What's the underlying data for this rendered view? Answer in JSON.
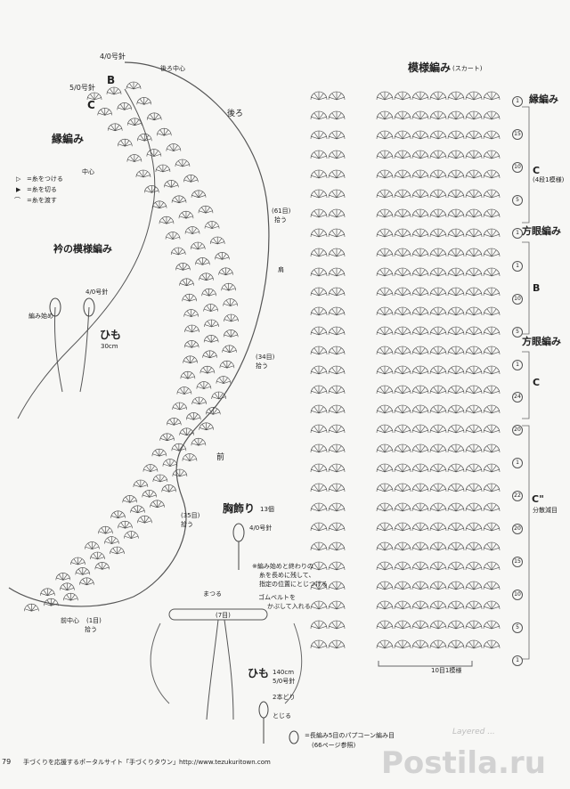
{
  "collar": {
    "title": "衿の模様編み",
    "edge_label": "縁編み",
    "labels": {
      "B": "B",
      "C": "C",
      "needle_4": "4/0号針",
      "needle_5": "5/0号針",
      "back_center": "後ろ中心",
      "back": "後ろ",
      "center": "中心",
      "row61": "(61目)",
      "row34": "(34目)",
      "row35": "(35目)",
      "pick": "拾う",
      "shoulder": "肩",
      "front": "前",
      "front_center": "前中心",
      "row1": "(1目)"
    },
    "legend": {
      "attach": "=糸をつける",
      "cut": "=糸を切る",
      "pass": "=糸を渡す"
    }
  },
  "string": {
    "title": "ひも",
    "length": "30cm",
    "needle": "4/0号針",
    "start": "編み始め"
  },
  "chest": {
    "title": "胸飾り",
    "count": "13個",
    "needle": "4/0号針",
    "note1": "※編み始めと終わりの",
    "note2": "糸を長めに残して、",
    "note3": "指定の位置にとじつける"
  },
  "waist": {
    "stitch": "まつる",
    "rubber": "ゴムベルトを",
    "rubber2": "かぶして入れる",
    "eyes": "(7目)",
    "string_title": "ひも",
    "string_len": "140cm",
    "needle": "5/0号針",
    "double": "2本どり",
    "close": "とじる"
  },
  "popcorn": {
    "text": "=長編み5目のパプコーン編み目",
    "ref": "(66ページ参照)"
  },
  "skirt": {
    "title": "模様編み",
    "subtitle": "(スカート)",
    "repeat": "10目1模様",
    "sections": [
      {
        "label": "縁編み"
      },
      {
        "label": "C",
        "note": "(4段1模様)"
      },
      {
        "label": "方眼編み"
      },
      {
        "label": "B"
      },
      {
        "label": "方眼編み"
      },
      {
        "label": "C"
      },
      {
        "label": "C\"",
        "note": "分散減目"
      }
    ],
    "row_numbers": [
      "1",
      "15",
      "10",
      "5",
      "1",
      "1",
      "10",
      "5",
      "1",
      "24",
      "20",
      "1",
      "22",
      "20",
      "15",
      "10",
      "5",
      "1"
    ]
  },
  "footer": {
    "page": "79",
    "text": "手づくりを応援するポータルサイト「手づくりタウン」http://www.tezukuritown.com"
  },
  "watermark": {
    "text": "Postila.ru",
    "sub": "Layered ..."
  },
  "colors": {
    "ink": "#222222",
    "paper": "#f7f7f5",
    "watermark": "#cfcfcf"
  }
}
